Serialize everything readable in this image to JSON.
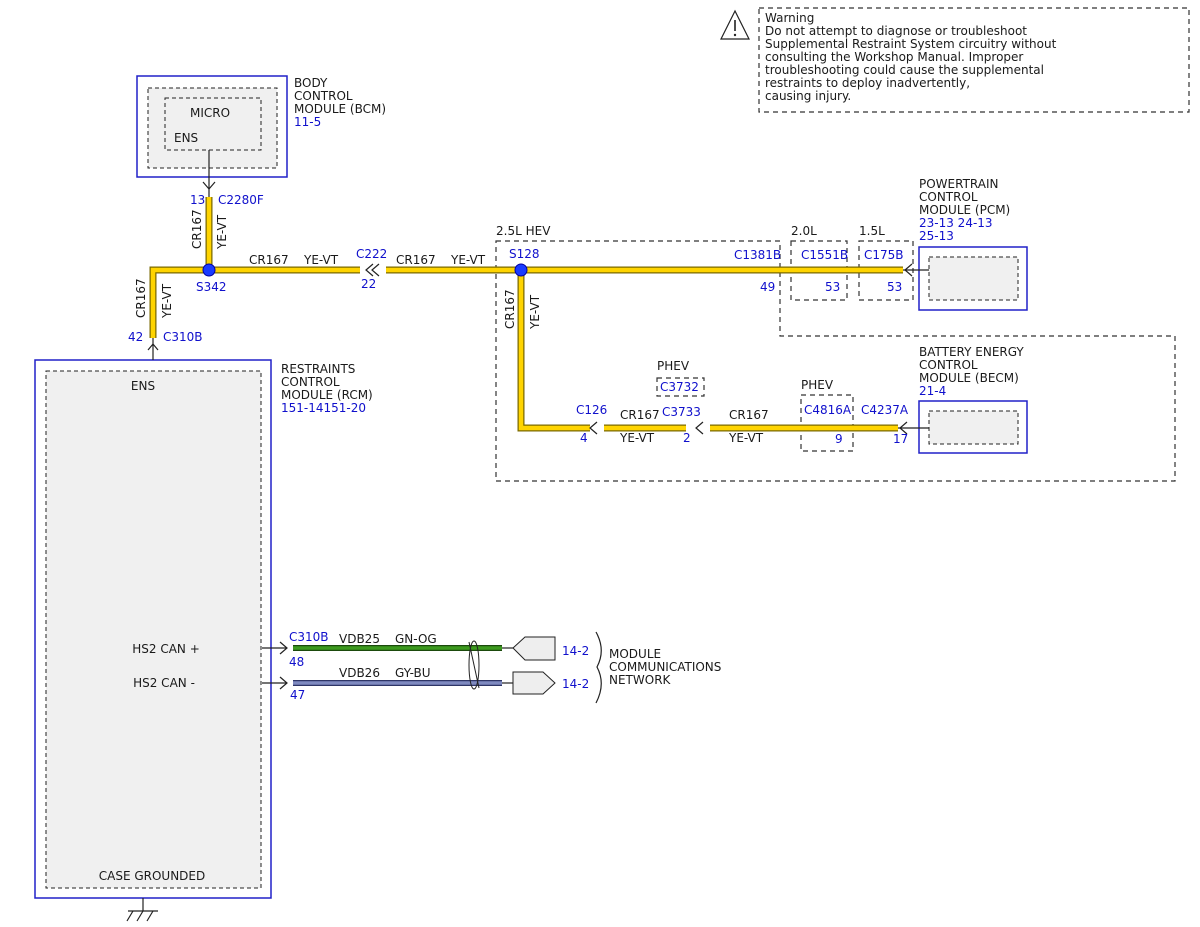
{
  "warning": {
    "title": "Warning",
    "lines": [
      "Do not attempt to diagnose or troubleshoot",
      "Supplemental Restraint System circuitry without",
      "consulting the Workshop Manual. Improper",
      "troubleshooting could cause the supplemental",
      "restraints to deploy inadvertently,",
      "causing injury."
    ]
  },
  "bcm": {
    "name_lines": [
      "BODY",
      "CONTROL",
      "MODULE (BCM)"
    ],
    "ref": "11-5",
    "micro": "MICRO",
    "ens": "ENS",
    "pin": "13",
    "connector": "C2280F"
  },
  "pcm": {
    "name_lines": [
      "POWERTRAIN",
      "CONTROL",
      "MODULE (PCM)"
    ],
    "ref_line1": "23-13 24-13",
    "ref_line2": "25-13"
  },
  "becm": {
    "name_lines": [
      "BATTERY ENERGY",
      "CONTROL",
      "MODULE (BECM)"
    ],
    "ref": "21-4"
  },
  "rcm": {
    "name_lines": [
      "RESTRAINTS",
      "CONTROL",
      "MODULE (RCM)"
    ],
    "ref": "151-14151-20",
    "ens": "ENS",
    "can_plus": "HS2 CAN +",
    "can_minus": "HS2 CAN -",
    "case": "CASE GROUNDED",
    "pin": "42",
    "connector": "C310B"
  },
  "circuit": {
    "id": "CR167",
    "color": "YE-VT"
  },
  "splices": {
    "s342": "S342",
    "s128": "S128"
  },
  "c222": {
    "name": "C222",
    "pin": "22"
  },
  "variants": {
    "hev": "2.5L HEV",
    "l20": "2.0L",
    "l15": "1.5L",
    "phev": "PHEV"
  },
  "pcm_connectors": {
    "c1381b": {
      "name": "C1381B",
      "pin": "49"
    },
    "c1551b": {
      "name": "C1551B",
      "pin": "53"
    },
    "c175b": {
      "name": "C175B",
      "pin": "53"
    }
  },
  "becm_path": {
    "c126": {
      "name": "C126",
      "pin": "4"
    },
    "c3732": {
      "name": "C3732"
    },
    "c3733": {
      "name": "C3733",
      "pin": "2"
    },
    "c4816a": {
      "name": "C4816A",
      "pin": "9"
    },
    "c4237a": {
      "name": "C4237A",
      "pin": "17"
    }
  },
  "can": {
    "connector": "C310B",
    "plus": {
      "pin": "48",
      "circuit": "VDB25",
      "color": "GN-OG",
      "ref": "14-2"
    },
    "minus": {
      "pin": "47",
      "circuit": "VDB26",
      "color": "GY-BU",
      "ref": "14-2"
    },
    "network_lines": [
      "MODULE",
      "COMMUNICATIONS",
      "NETWORK"
    ]
  },
  "colors": {
    "wire_yellow": "#ffd400",
    "wire_green": "#3c9a1e",
    "wire_gray_blue": "#7f8ac0",
    "module_border": "#2020c8",
    "label_blue": "#1010cc"
  }
}
